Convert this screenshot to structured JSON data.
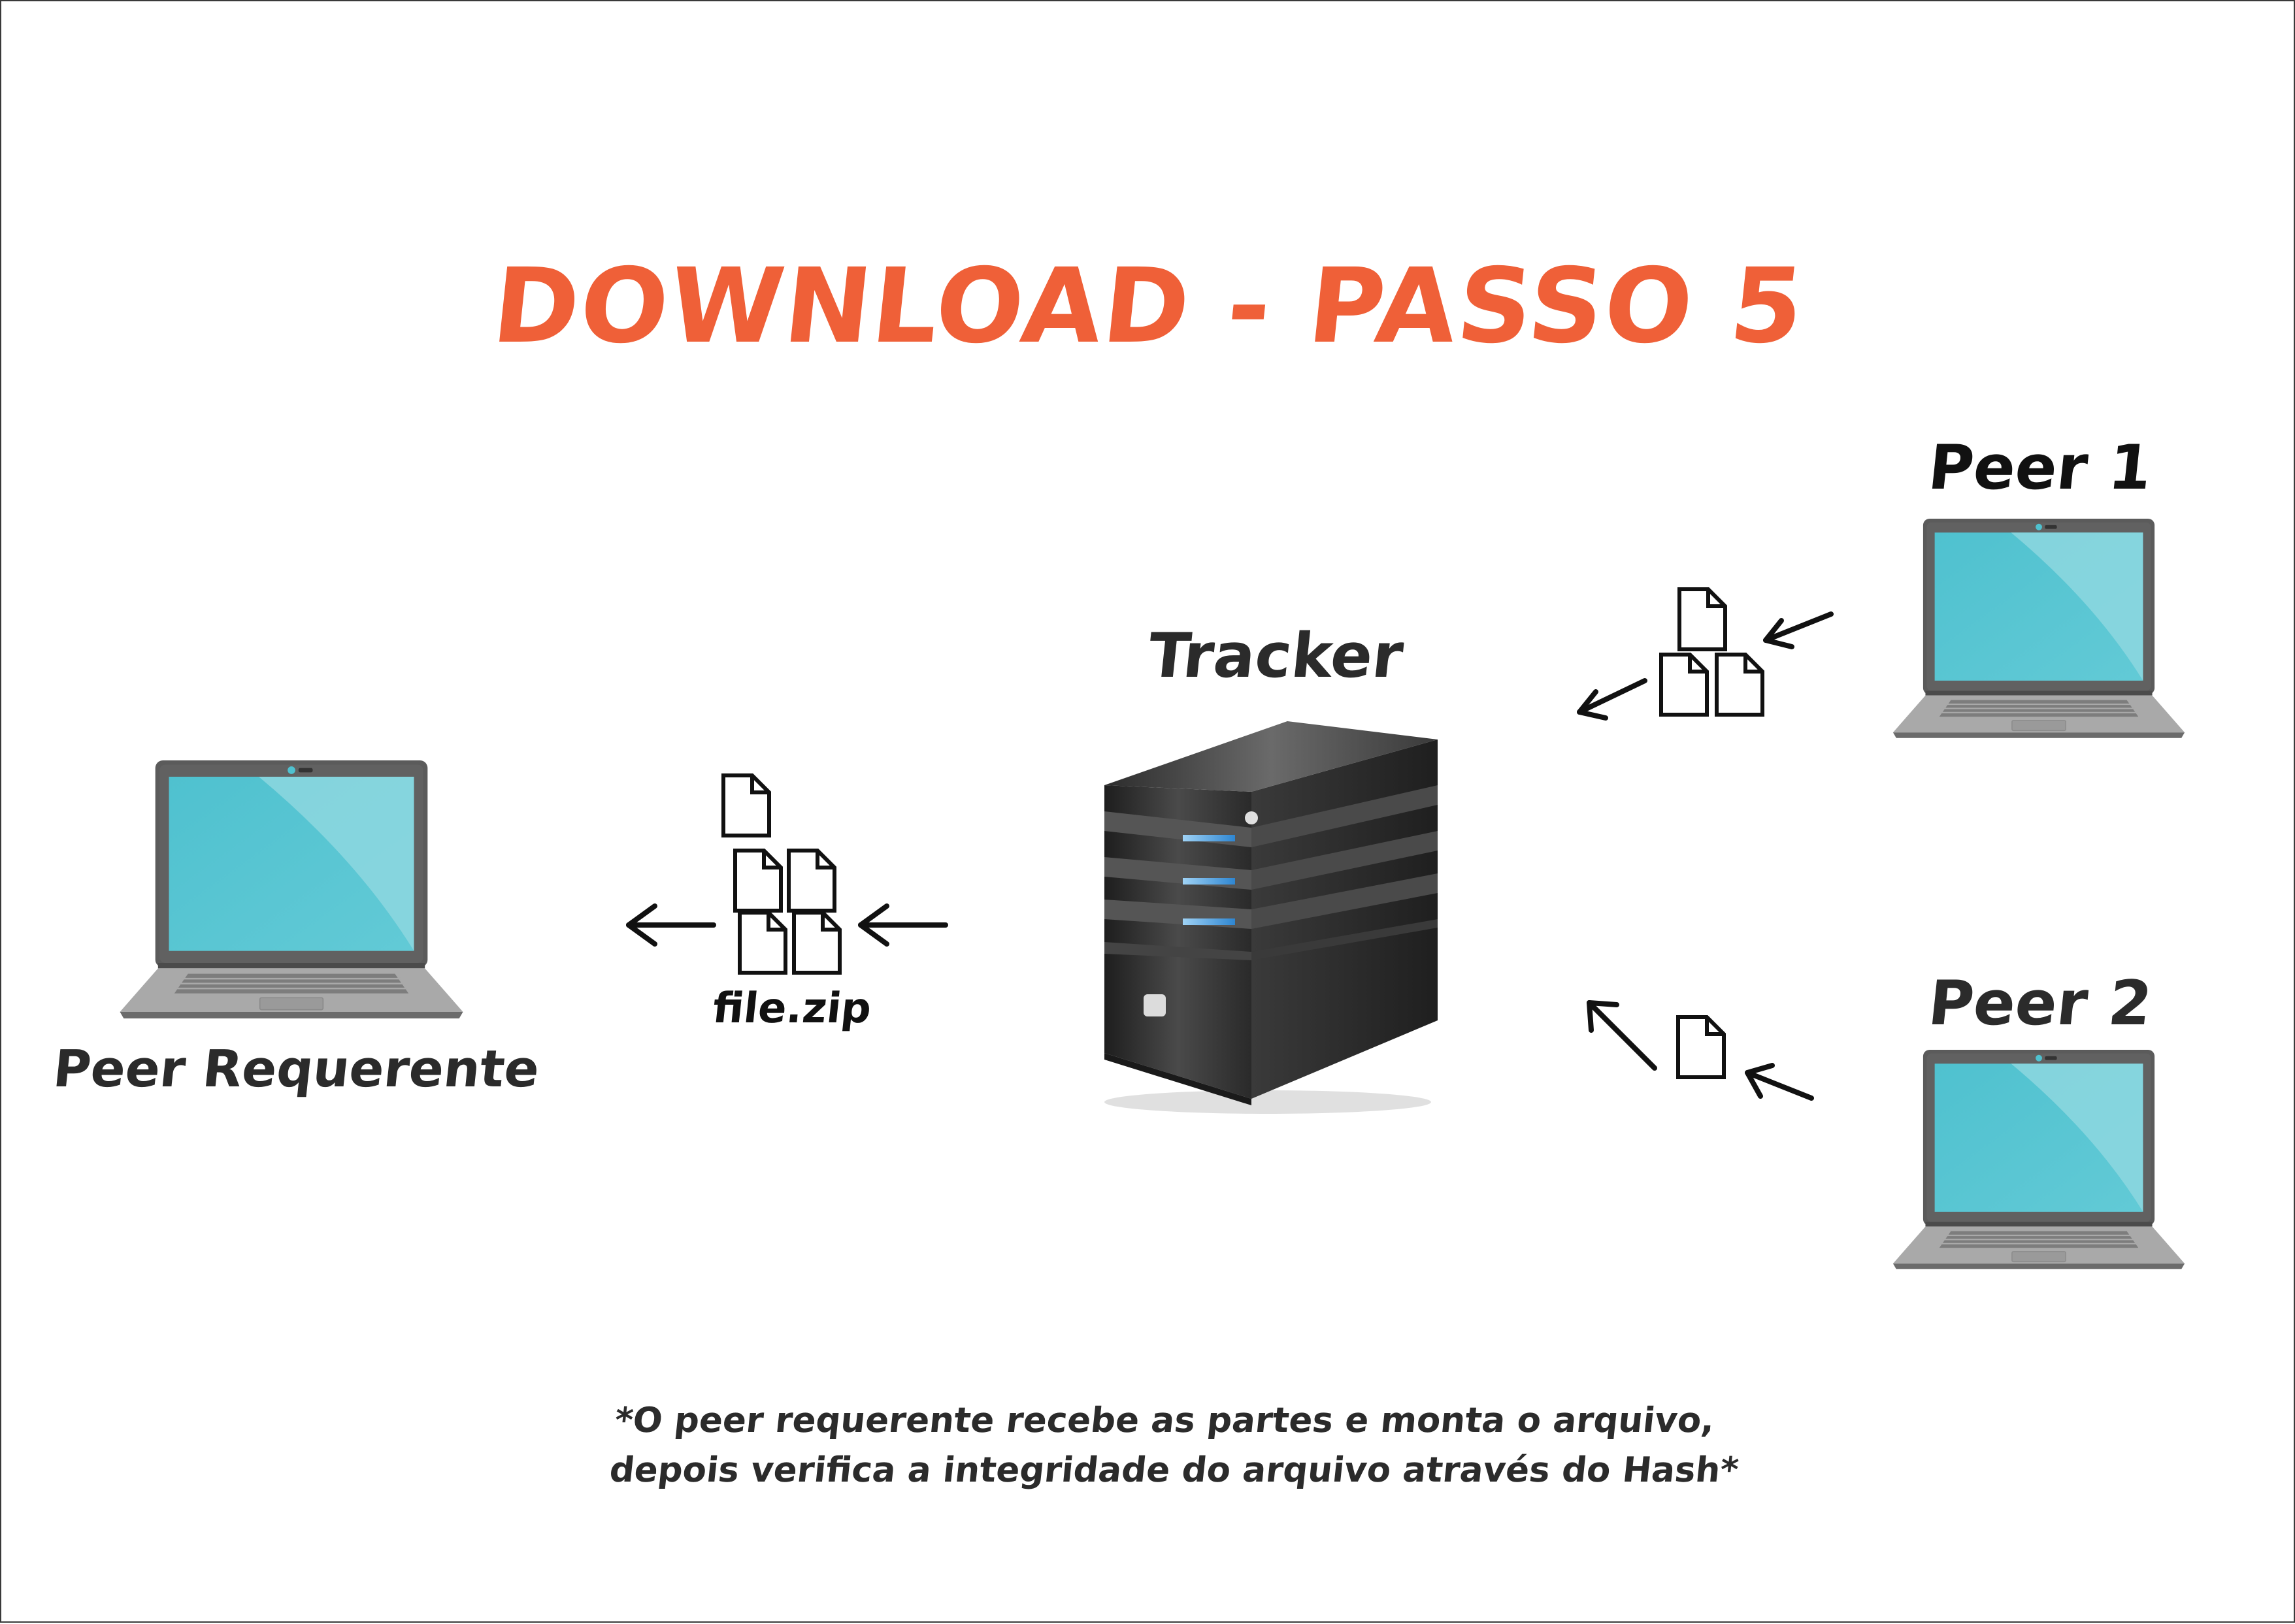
{
  "title": "DOWNLOAD - PASSO 5",
  "nodes": {
    "peer1": "Peer 1",
    "peer2": "Peer 2",
    "tracker": "Tracker",
    "requester": "Peer Requerente"
  },
  "file_label": "file.zip",
  "footnote": {
    "line1": "*O peer requerente recebe as partes e monta o arquivo,",
    "line2": "depois verifica a integridade do arquivo através do Hash*"
  },
  "colors": {
    "title": "#ef6038",
    "screen": "#5bc6d3",
    "laptop_frame": "#5a5a5a",
    "server_body": "#2f2f2f",
    "server_led": "#3a8fd8"
  }
}
